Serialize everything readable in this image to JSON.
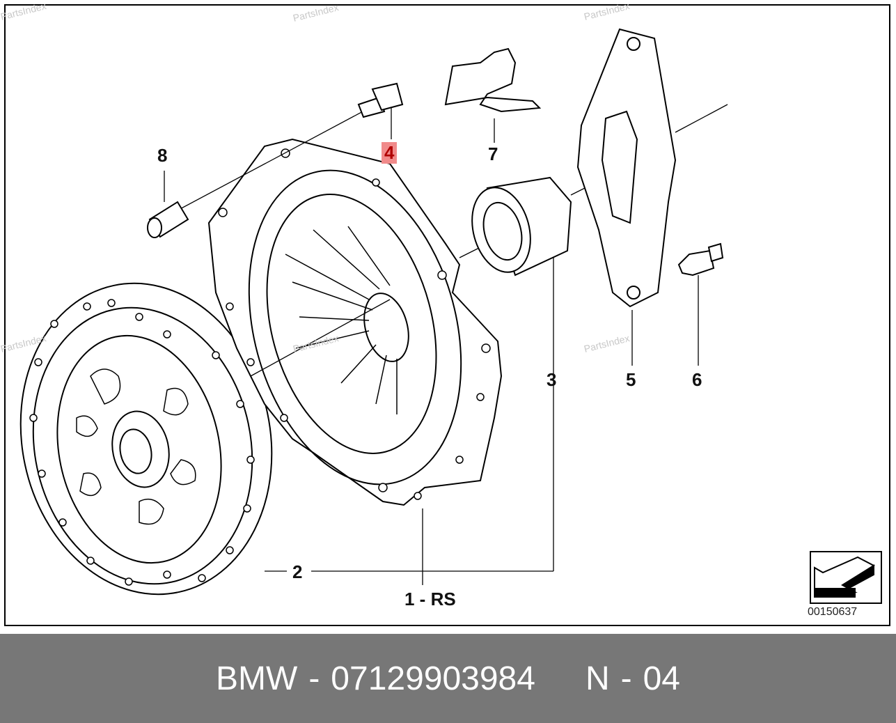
{
  "watermark": "PartsIndex",
  "labels": {
    "p1": "1 - RS",
    "p2": "2",
    "p3": "3",
    "p4": "4",
    "p5": "5",
    "p6": "6",
    "p7": "7",
    "p8": "8"
  },
  "highlighted_part": "4",
  "reference_number": "00150637",
  "icon": "arrow-direction-icon",
  "banner": {
    "brand": "BMW",
    "sep1": "-",
    "part_number": "07129903984",
    "position_prefix": "N",
    "sep2": "-",
    "position": "04"
  },
  "colors": {
    "highlight": "#f08a8a",
    "banner": "#777777"
  }
}
